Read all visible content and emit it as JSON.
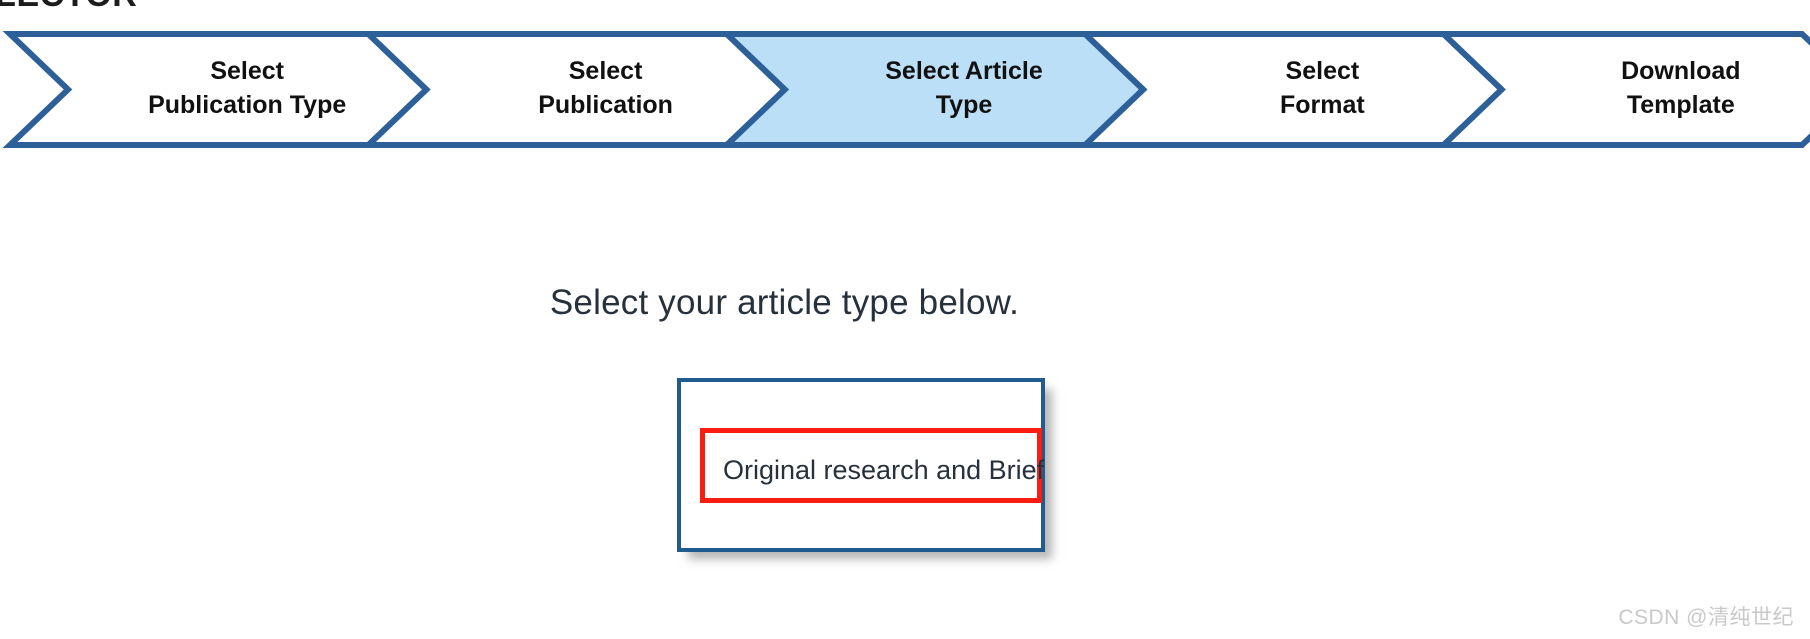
{
  "page": {
    "title_partial": "ELECTOR",
    "background_color": "#ffffff"
  },
  "colors": {
    "chevron_stroke": "#2d6098",
    "chevron_fill_inactive": "#ffffff",
    "chevron_fill_active": "#bcdff8",
    "card_border": "#1f5b8f",
    "highlight_border": "#fb1d11",
    "text_dark": "#27313b",
    "watermark": "#c9c9c9"
  },
  "stepbar": {
    "name": "template-selector-steps",
    "active_index": 2,
    "steps": [
      {
        "id": "select-publication-type",
        "label": "Select\nPublication Type",
        "active": false
      },
      {
        "id": "select-publication",
        "label": "Select\nPublication",
        "active": false
      },
      {
        "id": "select-article-type",
        "label": "Select Article\nType",
        "active": true
      },
      {
        "id": "select-format",
        "label": "Select\nFormat",
        "active": false
      },
      {
        "id": "download-template",
        "label": "Download\nTemplate",
        "active": false
      }
    ]
  },
  "main": {
    "instruction": "Select your article type below.",
    "options": [
      {
        "id": "original-research-and-brief",
        "label": "Original research and Brief",
        "highlighted": true
      }
    ]
  },
  "watermark": {
    "text": "CSDN @清纯世纪"
  }
}
